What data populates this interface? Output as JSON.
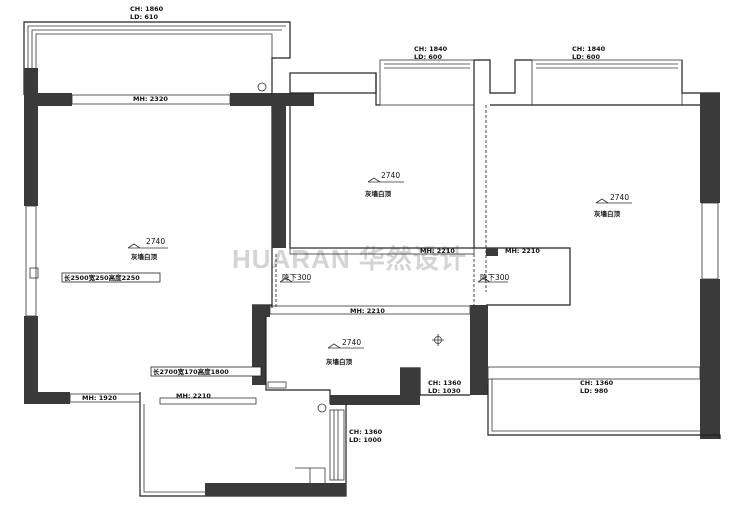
{
  "watermark": "HUARAN 华然设计",
  "window_labels": {
    "top_left": {
      "ch": "CH: 1860",
      "ld": "LD: 610"
    },
    "top_mid": {
      "ch": "CH: 1840",
      "ld": "LD: 600"
    },
    "top_right": {
      "ch": "CH: 1840",
      "ld": "LD: 600"
    },
    "mid_right": {
      "ch": "CH: 1360",
      "ld": "LD: 1030"
    },
    "right_lower": {
      "ch": "CH: 1360",
      "ld": "LD: 980"
    },
    "bottom": {
      "ch": "CH: 1360",
      "ld": "LD: 1000"
    }
  },
  "door_labels": {
    "left_top": "MH: 2320",
    "left_bottom": "MH: 1920",
    "bottom_mid": "MH: 2210",
    "center": "MH: 2210",
    "mid_a": "MH: 2210",
    "mid_b": "MH: 2210"
  },
  "ceilings": {
    "living": {
      "height": "2740",
      "label": "灰墙白顶"
    },
    "bed_mid": {
      "height": "2740",
      "label": "灰墙白顶"
    },
    "bed_right": {
      "height": "2740",
      "label": "灰墙白顶"
    },
    "center": {
      "height": "2740",
      "label": "灰墙白顶"
    }
  },
  "drops": {
    "left": "降下300",
    "right": "降下300"
  },
  "notes": {
    "living_window": "长2500宽250高度2250",
    "center_window": "长2700宽170高度1800"
  }
}
